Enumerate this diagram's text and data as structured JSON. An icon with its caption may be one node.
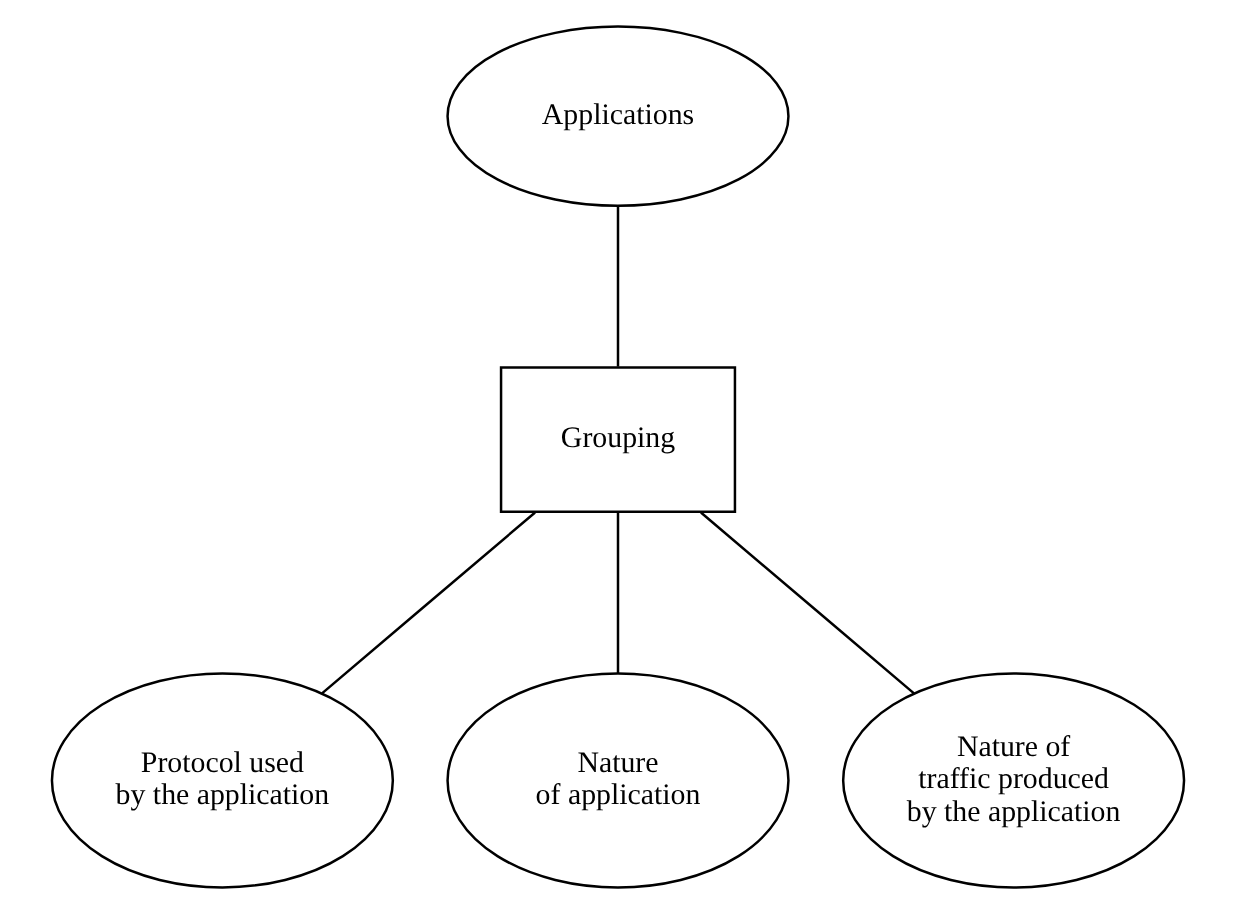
{
  "diagram": {
    "nodes": [
      {
        "text": [
          "Applications"
        ]
      },
      {
        "text": [
          "Grouping"
        ]
      },
      {
        "text": [
          "Protocol used by the application"
        ]
      },
      {
        "text": [
          "Nature of application"
        ]
      },
      {
        "text": [
          "Nature of traffic produced by the application"
        ]
      }
    ],
    "edges": [
      {
        "from": 0,
        "to": 1,
        "arrow": "none"
      },
      {
        "from": 1,
        "to": 2,
        "arrow": "none"
      },
      {
        "from": 1,
        "to": 3,
        "arrow": "none"
      },
      {
        "from": 1,
        "to": 4,
        "arrow": "none"
      }
    ]
  }
}
